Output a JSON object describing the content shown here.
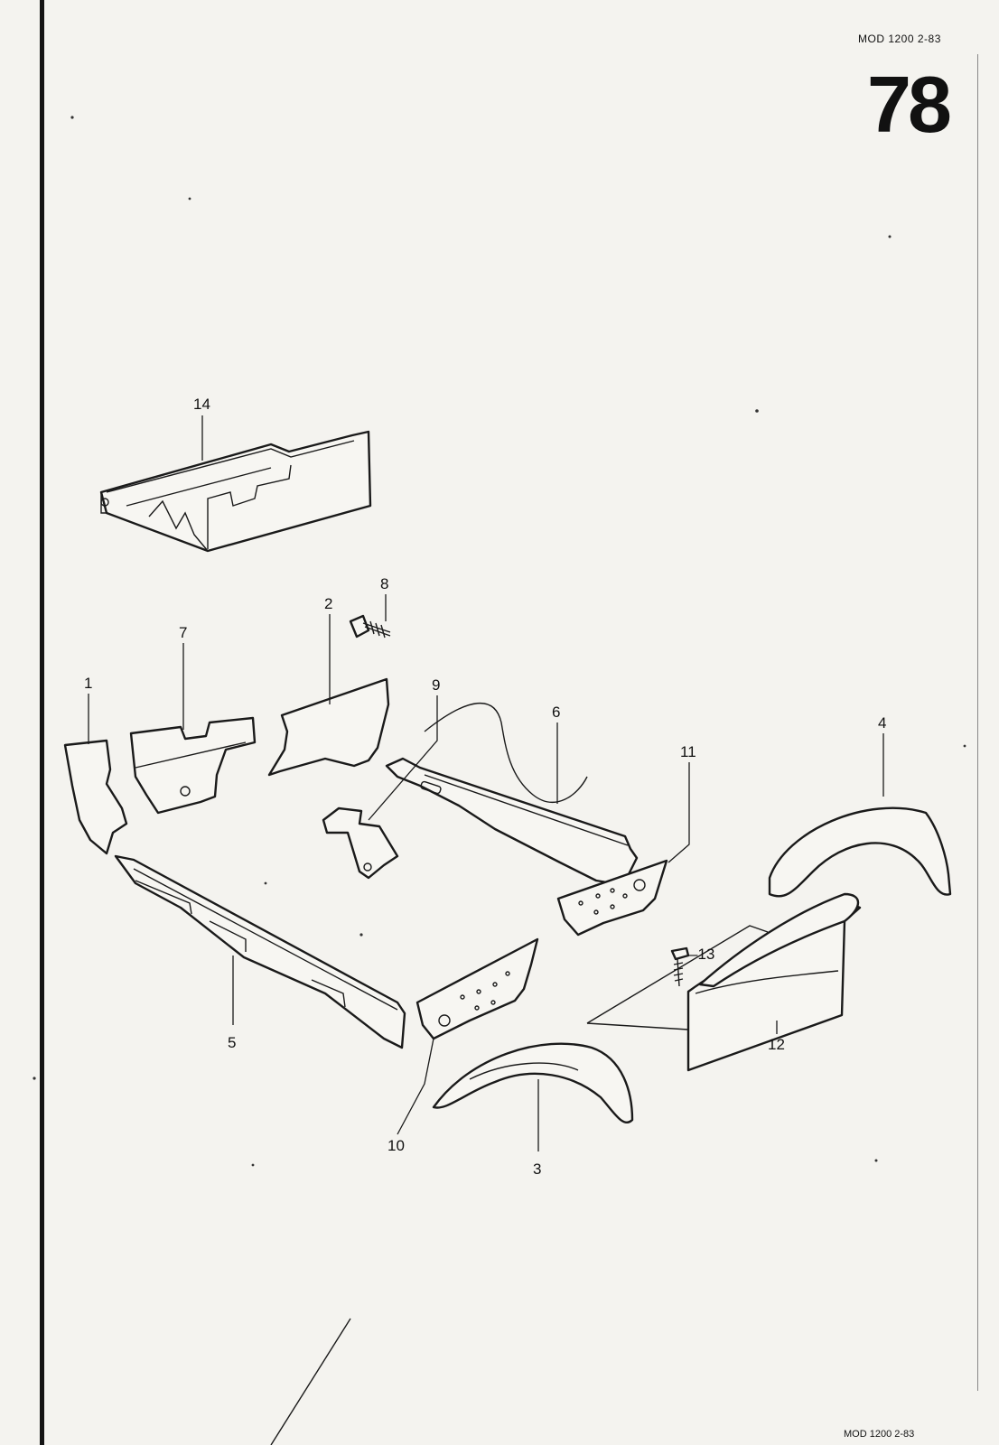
{
  "header": {
    "model_code": "MOD 1200   2-83",
    "page_number": "78"
  },
  "footer": {
    "model_code": "MOD 1200   2-83"
  },
  "callouts": [
    {
      "id": "c1",
      "label": "1"
    },
    {
      "id": "c2",
      "label": "2"
    },
    {
      "id": "c3",
      "label": "3"
    },
    {
      "id": "c4",
      "label": "4"
    },
    {
      "id": "c5",
      "label": "5"
    },
    {
      "id": "c6",
      "label": "6"
    },
    {
      "id": "c7",
      "label": "7"
    },
    {
      "id": "c8",
      "label": "8"
    },
    {
      "id": "c9",
      "label": "9"
    },
    {
      "id": "c10",
      "label": "10"
    },
    {
      "id": "c11",
      "label": "11"
    },
    {
      "id": "c12",
      "label": "12"
    },
    {
      "id": "c13",
      "label": "–13"
    },
    {
      "id": "c14",
      "label": "14"
    }
  ]
}
